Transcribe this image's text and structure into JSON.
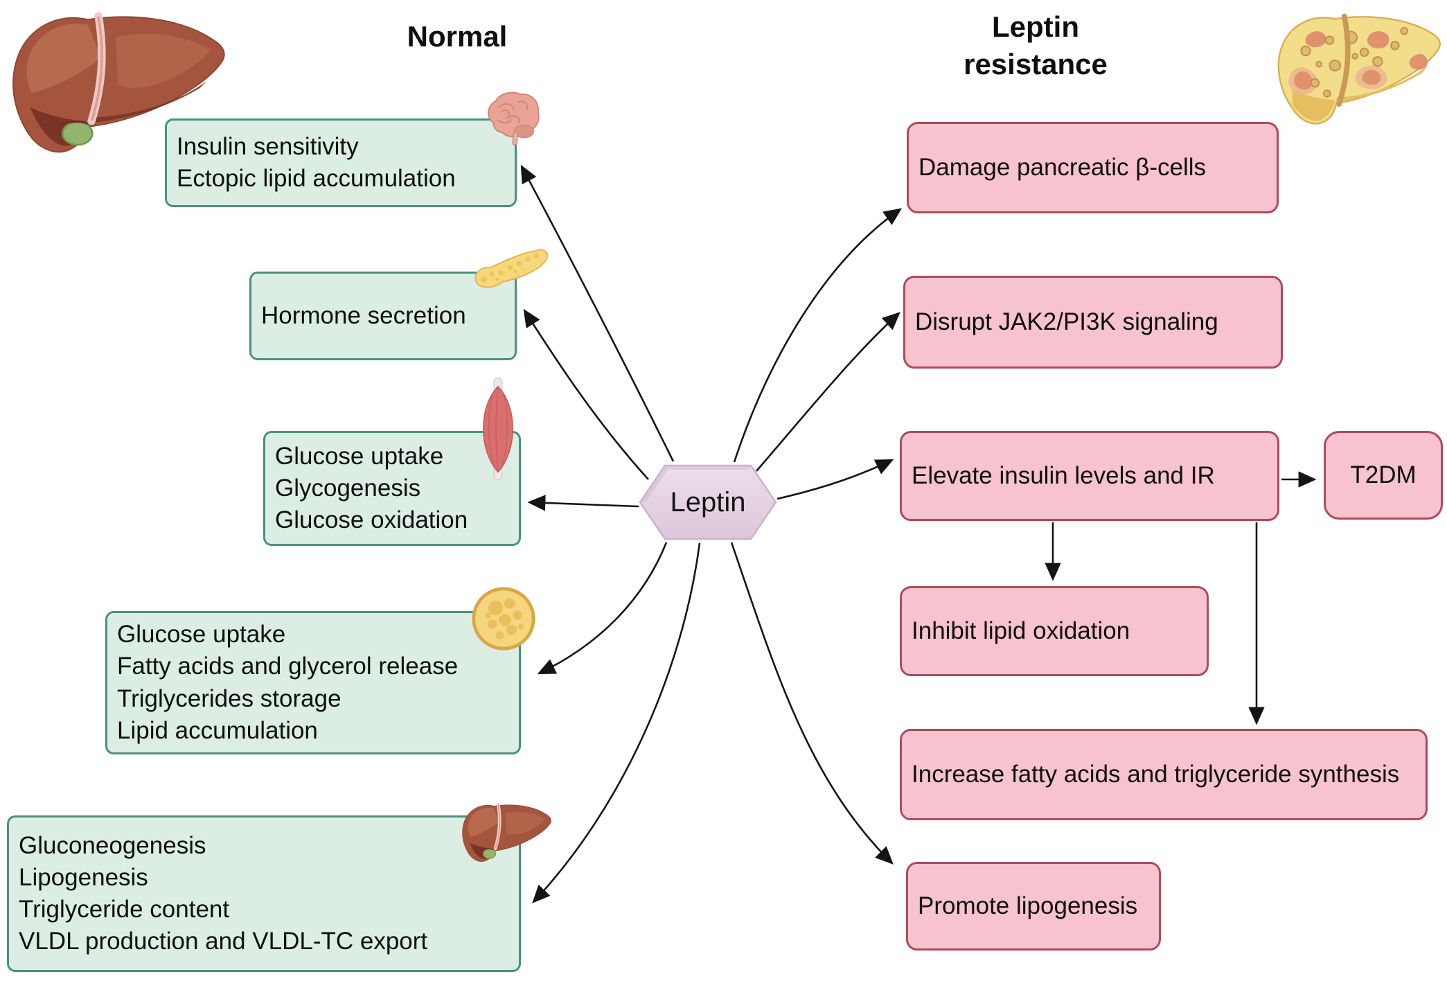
{
  "titles": {
    "normal": "Normal",
    "resistance_line1": "Leptin",
    "resistance_line2": "resistance"
  },
  "center": {
    "label": "Leptin"
  },
  "normal_boxes": [
    {
      "id": "insulin",
      "icon": "brain-icon",
      "lines": [
        "Insulin sensitivity",
        "Ectopic lipid accumulation"
      ]
    },
    {
      "id": "hormone",
      "icon": "pancreas-icon",
      "lines": [
        "Hormone secretion"
      ]
    },
    {
      "id": "muscle",
      "icon": "muscle-icon",
      "lines": [
        "Glucose uptake",
        "Glycogenesis",
        "Glucose oxidation"
      ]
    },
    {
      "id": "adipose",
      "icon": "adipocyte-icon",
      "lines": [
        "Glucose uptake",
        "Fatty acids and glycerol release",
        "Triglycerides storage",
        "Lipid accumulation"
      ]
    },
    {
      "id": "liver",
      "icon": "liver-icon",
      "lines": [
        "Gluconeogenesis",
        "Lipogenesis",
        "Triglyceride content",
        "VLDL production and VLDL-TC export"
      ]
    }
  ],
  "resistance_boxes": [
    {
      "id": "damage",
      "text": "Damage pancreatic β-cells"
    },
    {
      "id": "disrupt",
      "text": "Disrupt JAK2/PI3K signaling"
    },
    {
      "id": "elevate",
      "text": "Elevate insulin levels and IR"
    },
    {
      "id": "t2dm",
      "text": "T2DM"
    },
    {
      "id": "inhibit",
      "text": "Inhibit lipid oxidation"
    },
    {
      "id": "increase",
      "text": "Increase fatty acids and triglyceride synthesis"
    },
    {
      "id": "promote",
      "text": "Promote lipogenesis"
    }
  ],
  "icons": [
    "healthy-liver-icon",
    "fatty-liver-icon",
    "brain-icon",
    "pancreas-icon",
    "muscle-icon",
    "adipocyte-icon",
    "liver-icon"
  ],
  "colors": {
    "normal_fill": "#dcede3",
    "normal_border": "#48917f",
    "resistance_fill": "#f6c3ce",
    "resistance_border": "#ad4a5d",
    "hexagon_fill": "#e5d2e3",
    "hexagon_border": "#cbb3c8",
    "arrow": "#141414",
    "text": "#0f0f0f"
  }
}
